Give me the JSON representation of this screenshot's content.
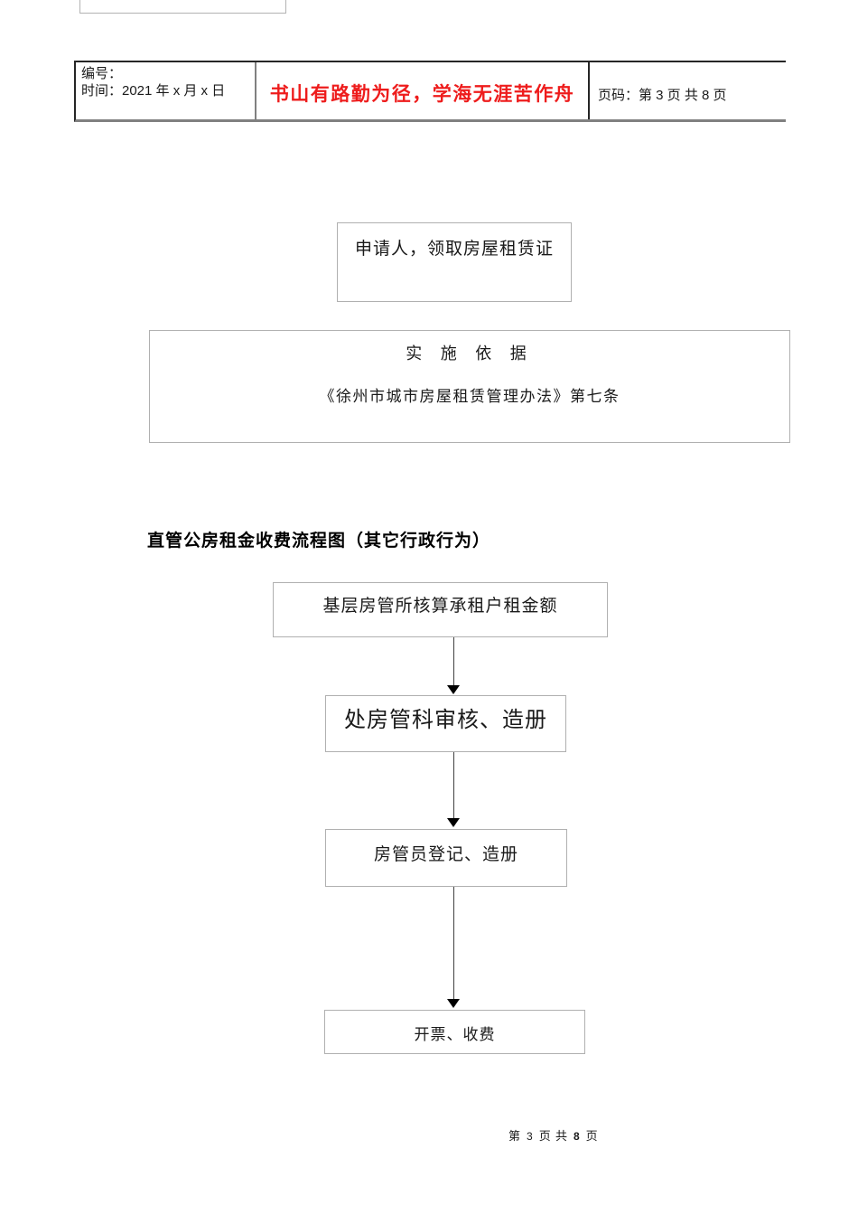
{
  "colors": {
    "motto_red": "#ee1c1c",
    "table_border_dark": "#262626",
    "table_border_gray": "#808080",
    "box_border_gray": "#b0b0b0",
    "text": "#1a1a1a"
  },
  "header": {
    "number_label": "编号：",
    "time_label": "时间：2021 年 x 月 x 日",
    "motto": "书山有路勤为径，学海无涯苦作舟",
    "page_info": "页码：第 3 页  共 8 页"
  },
  "apply_box": {
    "text": "申请人，领取房屋租赁证"
  },
  "basis_box": {
    "title": "实 施 依 据",
    "content": "《徐州市城市房屋租赁管理办法》第七条"
  },
  "section": {
    "heading": "直管公房租金收费流程图（其它行政行为）"
  },
  "flowchart": {
    "steps": [
      {
        "label": "基层房管所核算承租户租金额"
      },
      {
        "label": "处房管科审核、造册"
      },
      {
        "label": "房管员登记、造册"
      },
      {
        "label": "开票、收费"
      }
    ]
  },
  "footer": {
    "prefix": "第",
    "current_page": "3",
    "middle": "页 共",
    "total_pages": "8",
    "suffix": "页"
  }
}
